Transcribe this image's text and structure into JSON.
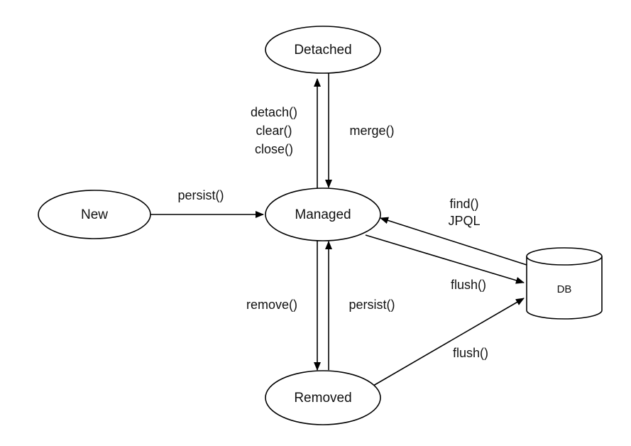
{
  "nodes": {
    "detached": "Detached",
    "new": "New",
    "managed": "Managed",
    "removed": "Removed",
    "db": "DB"
  },
  "edges": {
    "detach": [
      "detach()",
      "clear()",
      "close()"
    ],
    "merge": "merge()",
    "persist_new": "persist()",
    "find": [
      "find()",
      "JPQL"
    ],
    "flush_managed": "flush()",
    "remove": "remove()",
    "persist_removed": "persist()",
    "flush_removed": "flush()"
  }
}
